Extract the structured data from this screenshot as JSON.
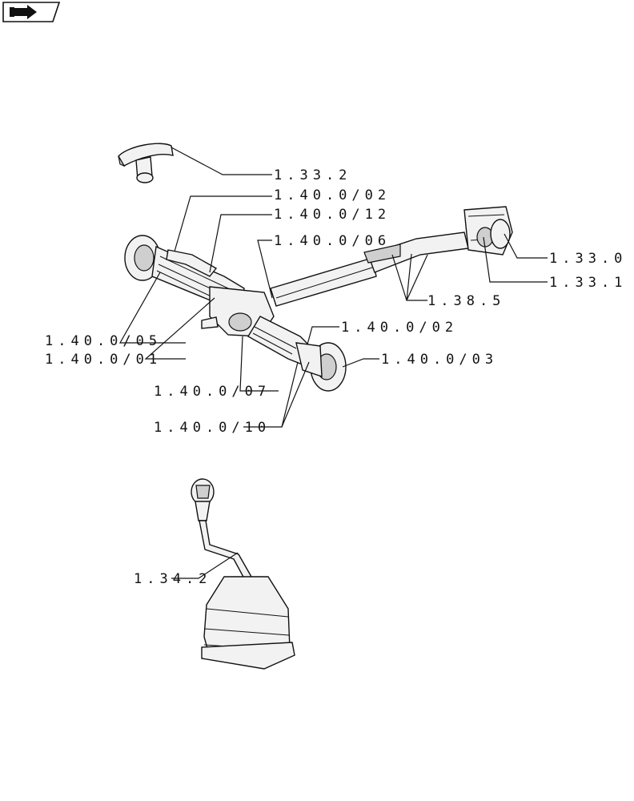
{
  "navigation": {
    "back_icon": "back-arrow-icon"
  },
  "callouts": [
    {
      "id": "c1",
      "text": "1.33.2"
    },
    {
      "id": "c2",
      "text": "1.40.0/02"
    },
    {
      "id": "c3",
      "text": "1.40.0/12"
    },
    {
      "id": "c4",
      "text": "1.40.0/06"
    },
    {
      "id": "c5",
      "text": "1.33.0"
    },
    {
      "id": "c6",
      "text": "1.33.1"
    },
    {
      "id": "c7",
      "text": "1.38.5"
    },
    {
      "id": "c8",
      "text": "1.40.0/02"
    },
    {
      "id": "c9",
      "text": "1.40.0/03"
    },
    {
      "id": "c10",
      "text": "1.40.0/05"
    },
    {
      "id": "c11",
      "text": "1.40.0/01"
    },
    {
      "id": "c12",
      "text": "1.40.0/07"
    },
    {
      "id": "c13",
      "text": "1.40.0/10"
    },
    {
      "id": "c14",
      "text": "1.34.2"
    }
  ]
}
